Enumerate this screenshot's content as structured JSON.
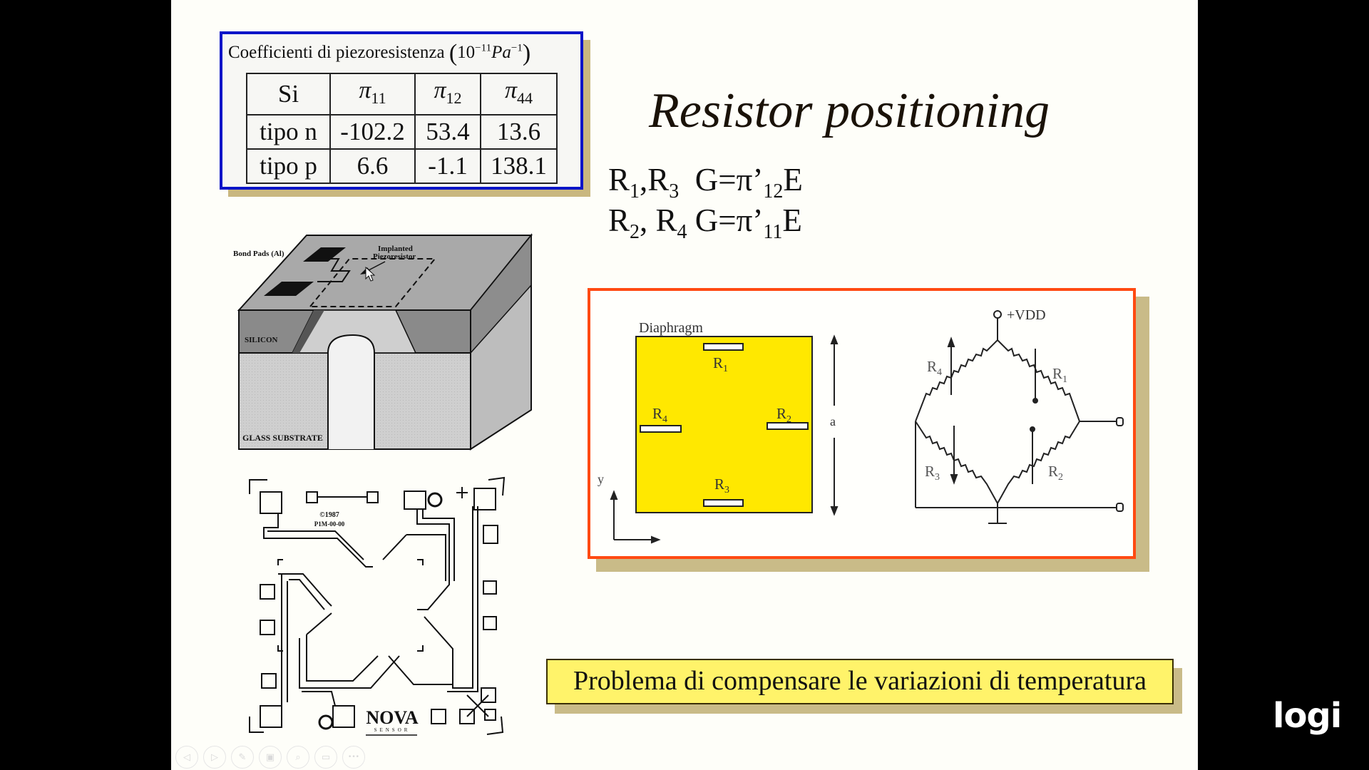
{
  "slide": {
    "title": "Resistor positioning",
    "formulas": [
      {
        "r_a": "R",
        "sub_a": "1",
        "sep": ",",
        "r_b": "R",
        "sub_b": "3",
        "eq": "  G=π’",
        "coef_sub": "12",
        "tail": "E"
      },
      {
        "r_a": "R",
        "sub_a": "2",
        "sep": ", ",
        "r_b": "R",
        "sub_b": "4",
        "eq": " G=π’",
        "coef_sub": "11",
        "tail": "E"
      }
    ],
    "coefficient_table": {
      "caption": "Coefficienti di piezoresistenza",
      "unit_base": "10",
      "unit_exp": "−11",
      "unit_var": "Pa",
      "unit_var_exp": "−1",
      "headers": [
        {
          "text": "Si",
          "sub": ""
        },
        {
          "text": "π",
          "sub": "11"
        },
        {
          "text": "π",
          "sub": "12"
        },
        {
          "text": "π",
          "sub": "44"
        }
      ],
      "rows": [
        {
          "label": "tipo n",
          "values": [
            "-102.2",
            "53.4",
            "13.6"
          ]
        },
        {
          "label": "tipo p",
          "values": [
            "6.6",
            "-1.1",
            "138.1"
          ]
        }
      ]
    },
    "die_figure": {
      "labels": {
        "bond_pads": "Bond Pads (Al)",
        "implanted_line1": "Implanted",
        "implanted_line2": "Piezoresistor",
        "silicon": "SILICON",
        "glass": "GLASS SUBSTRATE"
      }
    },
    "chip_layout": {
      "copyright": "©1987",
      "part_code": "P1M-00-00",
      "logo_main": "NOVA",
      "logo_sub": "SENSOR"
    },
    "diaphragm_figure": {
      "label": "Diaphragm",
      "dimension_label": "a",
      "axis_label": "y",
      "resistors": [
        "R1",
        "R2",
        "R3",
        "R4"
      ],
      "resistor_subs": [
        "1",
        "2",
        "3",
        "4"
      ],
      "resistor_letter": "R",
      "supply_label": "+VDD"
    },
    "banner": "Problema di compensare le variazioni di temperatura",
    "colors": {
      "table_border": "#0a14c8",
      "frame_border": "#ff4a12",
      "diaphragm_fill": "#ffe800",
      "banner_fill": "#fff36a",
      "shadow": "#c9bb88"
    }
  },
  "slideshow_controls": [
    {
      "name": "previous",
      "glyph": "◁"
    },
    {
      "name": "next",
      "glyph": "▷"
    },
    {
      "name": "pen",
      "glyph": "✎"
    },
    {
      "name": "see-all-slides",
      "glyph": "▣"
    },
    {
      "name": "zoom",
      "glyph": "⌕"
    },
    {
      "name": "subtitles",
      "glyph": "▭"
    },
    {
      "name": "more-options",
      "glyph": "•••"
    }
  ],
  "overlay": {
    "webcam_logo": "logi"
  }
}
